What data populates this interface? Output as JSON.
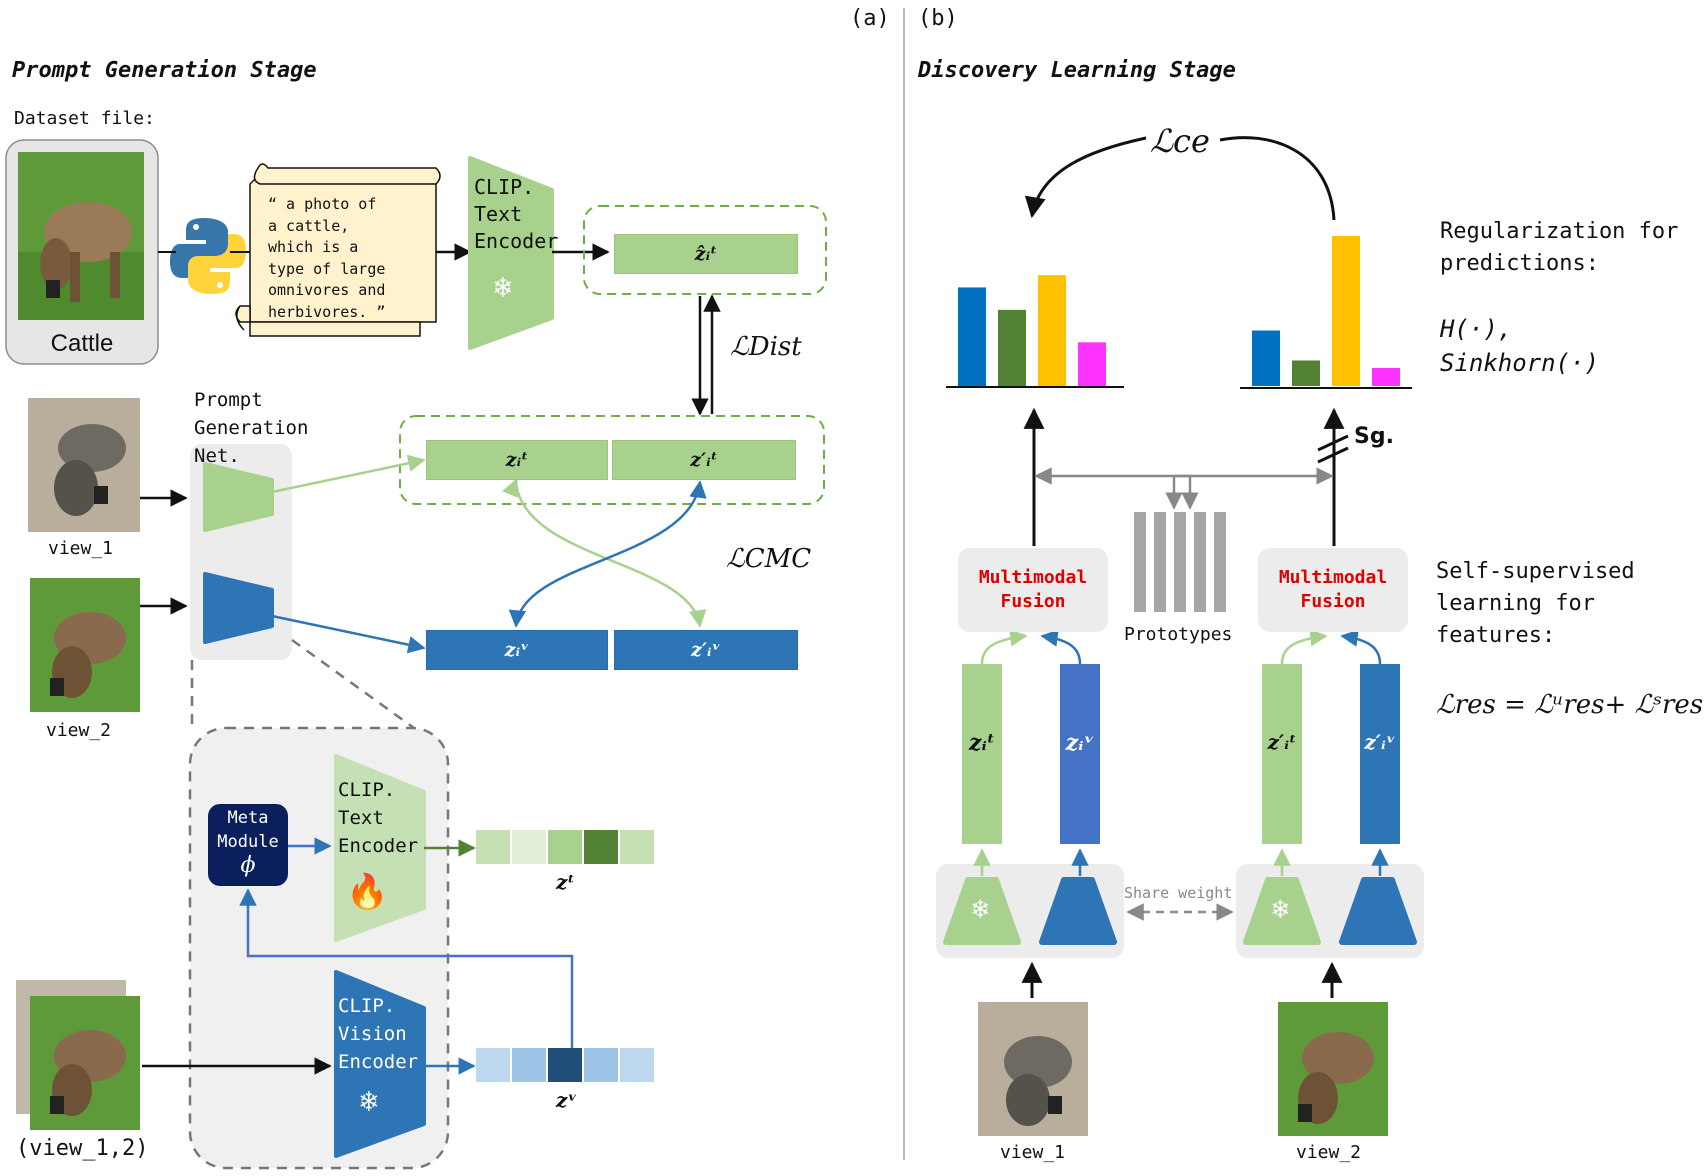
{
  "panel_labels": {
    "a": "(a)",
    "b": "(b)"
  },
  "left": {
    "title": "Prompt Generation Stage",
    "dataset_label": "Dataset file:",
    "dataset_class": "Cattle",
    "prompt_text": [
      "“ a photo of",
      "a cattle,",
      "which is a",
      "type of large",
      "omnivores and",
      "herbivores. ”"
    ],
    "clip_text_encoder": [
      "CLIP.",
      "Text",
      "Encoder"
    ],
    "clip_vision_encoder": [
      "CLIP.",
      "Vision",
      "Encoder"
    ],
    "prompt_net_label": [
      "Prompt",
      "Generation",
      "Net."
    ],
    "meta_module": [
      "Meta",
      "Module",
      "ϕ"
    ],
    "view1": "view_1",
    "view2": "view_2",
    "view12": "(view_1,2)",
    "emb_hat_zt": "ẑᵢᵗ",
    "emb_zt": "zᵢᵗ",
    "emb_zt_prime": "z′ᵢᵗ",
    "emb_zv": "zᵢᵛ",
    "emb_zv_prime": "z′ᵢᵛ",
    "loss_dist": "ℒDist",
    "loss_cmc": "ℒCMC",
    "vec_zt": "zᵗ",
    "vec_zv": "zᵛ",
    "text_vec_colors": [
      "#c5e0b4",
      "#e2f0d9",
      "#a9d18e",
      "#548235",
      "#c5e0b4"
    ],
    "vision_vec_colors": [
      "#bdd7ee",
      "#9dc3e6",
      "#1f4e79",
      "#9dc3e6",
      "#bdd7ee"
    ]
  },
  "right": {
    "title": "Discovery Learning Stage",
    "loss_ce": "ℒce",
    "reg_text": [
      "Regularization for",
      "predictions:"
    ],
    "reg_funcs": [
      "H(·),",
      "Sinkhorn(·)"
    ],
    "ssl_text": [
      "Self-supervised",
      "learning for",
      "features:"
    ],
    "loss_res": "ℒres = ℒᵘres+ ℒˢres",
    "sg_label": "Sg.",
    "fusion_label": [
      "Multimodal",
      "Fusion"
    ],
    "prototypes_label": "Prototypes",
    "share_weight": "Share weight",
    "emb_left": [
      "zᵢᵗ",
      "zᵢᵛ"
    ],
    "emb_right": [
      "z′ᵢᵗ",
      "z′ᵢᵛ"
    ],
    "view1": "view_1",
    "view2": "view_2",
    "bar_colors": [
      "#0070c0",
      "#548235",
      "#ffc000",
      "#ff33ff"
    ],
    "left_bars": [
      0.88,
      0.68,
      0.99,
      0.39
    ],
    "right_bars": [
      0.37,
      0.17,
      1.0,
      0.12
    ]
  },
  "colors": {
    "green": "#a9d18e",
    "blue": "#2e75b6",
    "fusion_text": "#e00000",
    "scroll": "#fff2cc"
  }
}
